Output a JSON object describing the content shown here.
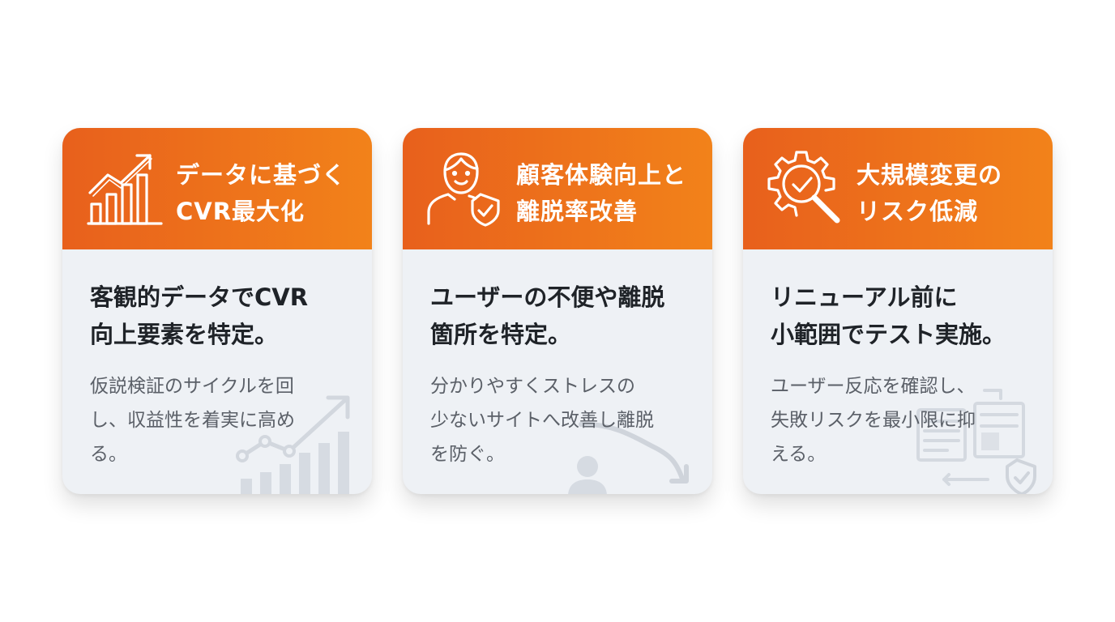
{
  "cards": [
    {
      "icon": "growth-chart-icon",
      "title": "データに基づく\nCVR最大化",
      "heading": "客観的データでCVR\n向上要素を特定。",
      "description": "仮説検証のサイクルを回\nし、収益性を着実に高め\nる。"
    },
    {
      "icon": "user-shield-icon",
      "title": "顧客体験向上と\n離脱率改善",
      "heading": "ユーザーの不便や離脱\n箇所を特定。",
      "description": "分かりやすくストレスの\n少ないサイトへ改善し離脱\nを防ぐ。"
    },
    {
      "icon": "gear-search-icon",
      "title": "大規模変更の\nリスク低減",
      "heading": "リニューアル前に\n小範囲でテスト実施。",
      "description": "ユーザー反応を確認し、\n失敗リスクを最小限に抑\nえる。"
    }
  ],
  "colors": {
    "header_gradient_start": "#e8601c",
    "header_gradient_end": "#f2821a",
    "card_body": "#eef1f5",
    "heading_text": "#1f2328",
    "body_text": "#5b6068"
  }
}
